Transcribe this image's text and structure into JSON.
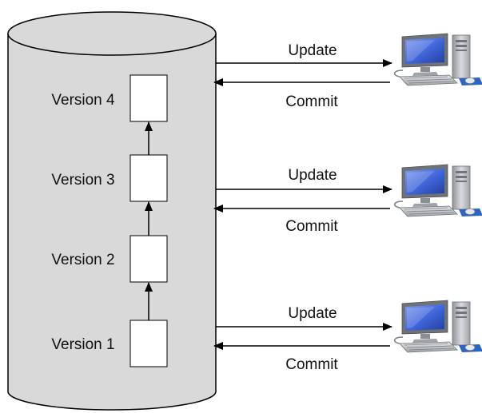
{
  "diagram": {
    "repository": {
      "fill": "#d9d9d9",
      "stroke": "#000000"
    },
    "versions": [
      {
        "label": "Version 4"
      },
      {
        "label": "Version 3"
      },
      {
        "label": "Version 2"
      },
      {
        "label": "Version 1"
      }
    ],
    "clients": [
      {
        "update_label": "Update",
        "commit_label": "Commit",
        "icon": "desktop-computer-icon"
      },
      {
        "update_label": "Update",
        "commit_label": "Commit",
        "icon": "desktop-computer-icon"
      },
      {
        "update_label": "Update",
        "commit_label": "Commit",
        "icon": "desktop-computer-icon"
      }
    ],
    "colors": {
      "monitor_screen": "#3f63d8",
      "computer_body": "#bfc2c6",
      "arrow": "#000000"
    }
  }
}
